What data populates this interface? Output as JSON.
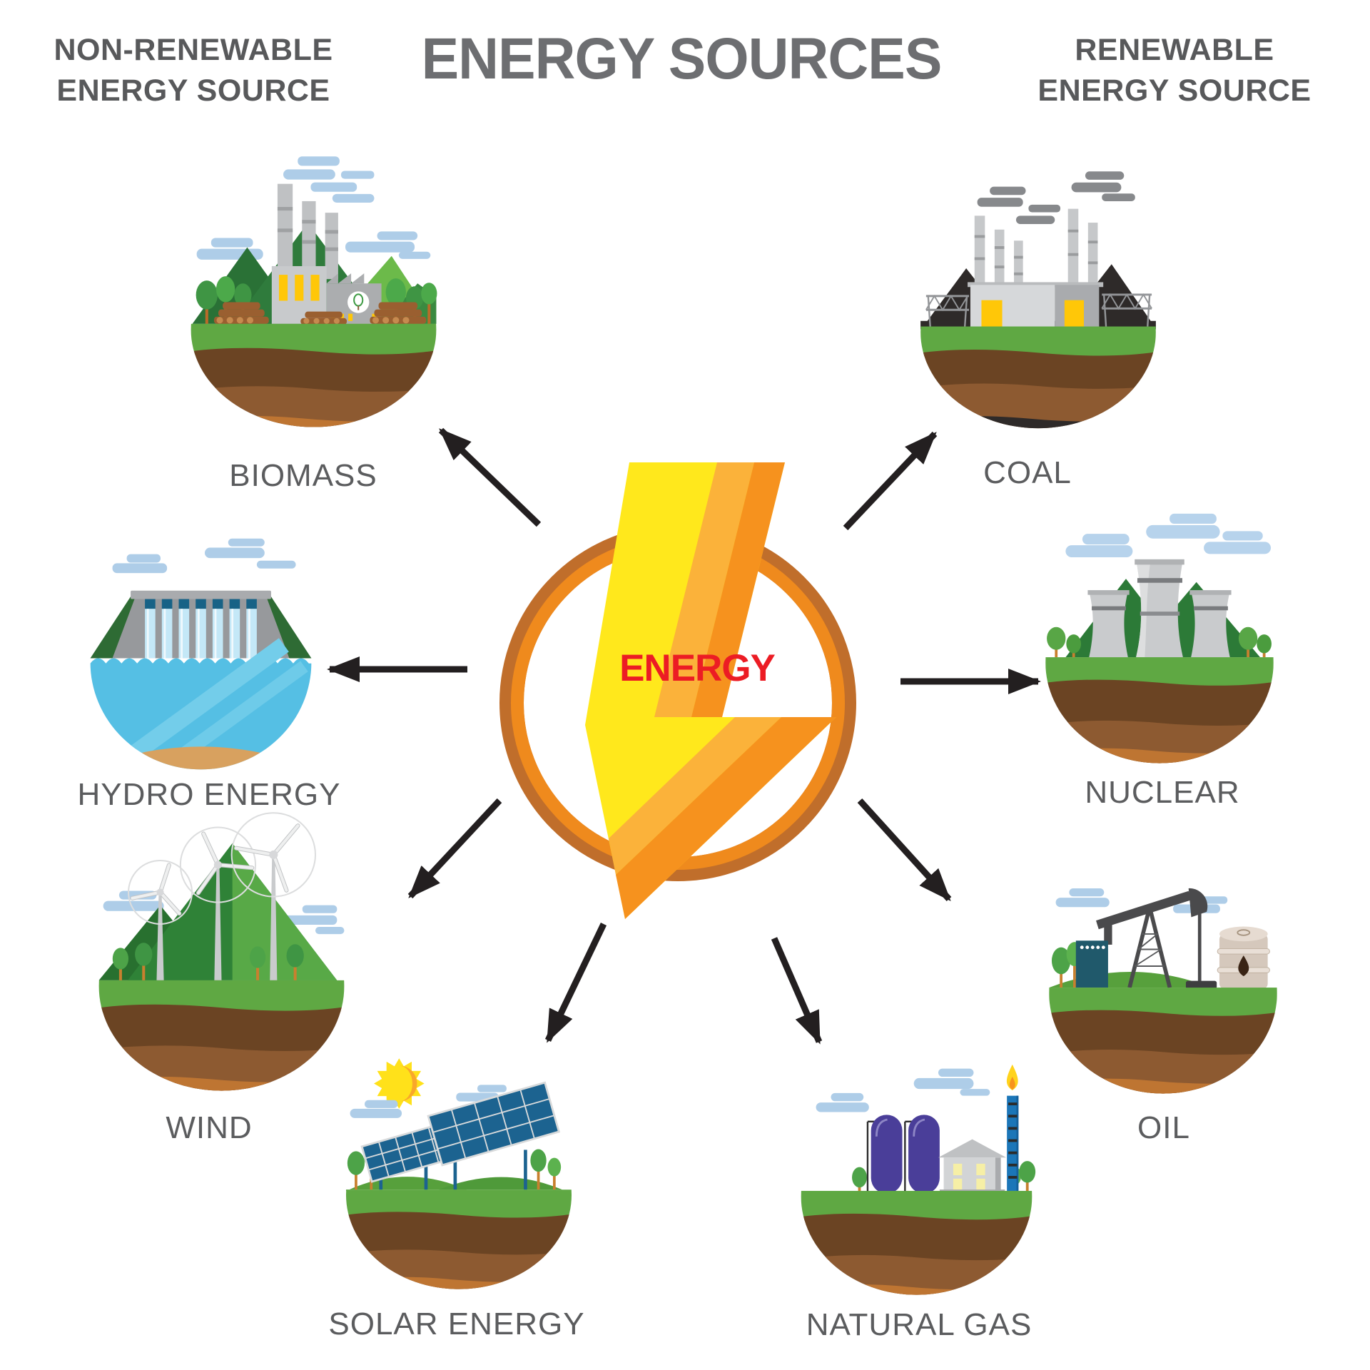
{
  "title": "ENERGY SOURCES",
  "left_header": {
    "line1": "NON-RENEWABLE",
    "line2": "ENERGY SOURCE"
  },
  "right_header": {
    "line1": "RENEWABLE",
    "line2": "ENERGY SOURCE"
  },
  "hub": {
    "label": "ENERGY",
    "icon": "lightning-bolt-icon",
    "ring_icon": "orange-ring"
  },
  "sources": [
    {
      "id": "biomass",
      "label": "BIOMASS",
      "icon": "biomass-island-icon",
      "column": "left"
    },
    {
      "id": "coal",
      "label": "COAL",
      "icon": "coal-island-icon",
      "column": "right"
    },
    {
      "id": "hydro",
      "label": "HYDRO ENERGY",
      "icon": "hydro-island-icon",
      "column": "left"
    },
    {
      "id": "nuclear",
      "label": "NUCLEAR",
      "icon": "nuclear-island-icon",
      "column": "right"
    },
    {
      "id": "wind",
      "label": "WIND",
      "icon": "wind-island-icon",
      "column": "left"
    },
    {
      "id": "oil",
      "label": "OIL",
      "icon": "oil-island-icon",
      "column": "right"
    },
    {
      "id": "solar",
      "label": "SOLAR ENERGY",
      "icon": "solar-island-icon",
      "column": "left"
    },
    {
      "id": "natural-gas",
      "label": "NATURAL GAS",
      "icon": "natural-gas-island-icon",
      "column": "right"
    }
  ],
  "colors": {
    "ring_orange": "#ef8a1d",
    "ring_dark_orange": "#c06e2b",
    "bolt_yellow": "#ffe81c",
    "bolt_orange": "#f6921e",
    "bolt_light_orange": "#fbb23a",
    "energy_red": "#ec1c24",
    "heading_gray": "#58595b",
    "title_gray": "#6d6e71",
    "label_gray": "#5b5c5e",
    "arrow_black": "#231f20",
    "grass_green": "#5fa843",
    "soil_dark": "#6b4423",
    "soil_mid": "#8d5a31",
    "soil_light": "#be7532",
    "water_blue": "#55bfe4",
    "cloud_blue": "#aecde8",
    "smoke_gray": "#87898c",
    "coal_black": "#2e2a29"
  }
}
